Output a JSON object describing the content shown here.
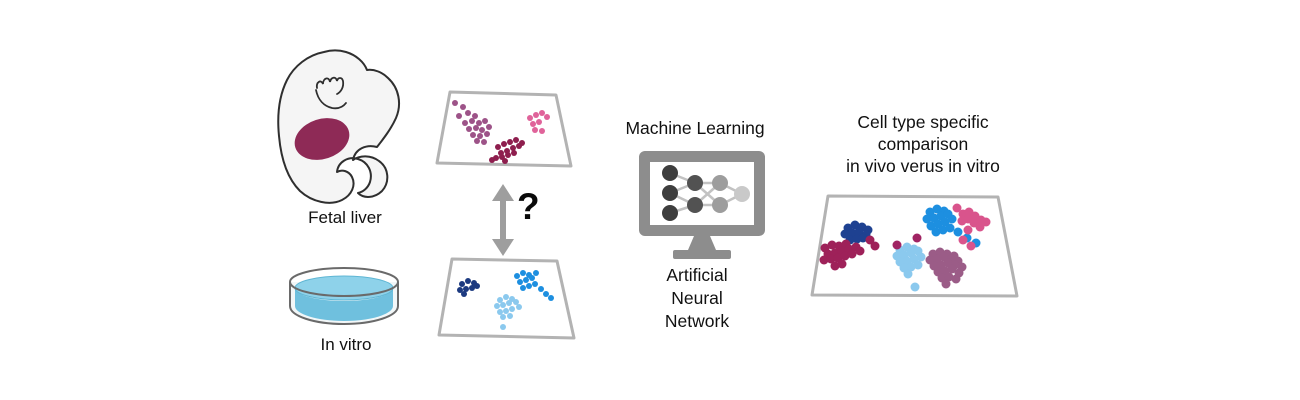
{
  "figure": {
    "labels": {
      "fetal_liver": "Fetal liver",
      "in_vitro": "In vitro",
      "machine_learning": "Machine Learning",
      "question_mark": "?",
      "ann_lines": [
        "Artificial",
        "Neural",
        "Network"
      ],
      "comparison_title_lines": [
        "Cell type specific",
        "comparison",
        "in vivo verus in vitro"
      ]
    },
    "icons": {
      "embryo": "fetal-embryo-illustration",
      "petri_dish": "petri-dish-icon",
      "double_arrow": "double-arrow-icon",
      "monitor": "monitor-neural-network-icon"
    },
    "colors": {
      "panel_border": "#b3b3b3",
      "panel_fill": "#ffffff",
      "outline": "#2f2f2f",
      "liver": "#8e2a56",
      "embryo_fill": "#f5f5f5",
      "water": "#6fc0de",
      "water_surface": "#8ed2ea",
      "monitor_gray": "#8d8d8d",
      "arrow_gray": "#9e9e9e",
      "text": "#111111"
    }
  },
  "panels": {
    "in_vivo": {
      "outline": [
        [
          18,
          6
        ],
        [
          124,
          9
        ],
        [
          139,
          80
        ],
        [
          5,
          77
        ]
      ],
      "clusters": [
        {
          "name": "mauve-cluster",
          "color": "#9d5388",
          "r": 3,
          "dots": [
            [
              23,
              17
            ],
            [
              31,
              21
            ],
            [
              27,
              30
            ],
            [
              36,
              27
            ],
            [
              43,
              30
            ],
            [
              33,
              37
            ],
            [
              40,
              35
            ],
            [
              47,
              37
            ],
            [
              53,
              35
            ],
            [
              37,
              43
            ],
            [
              44,
              42
            ],
            [
              50,
              44
            ],
            [
              57,
              41
            ],
            [
              41,
              49
            ],
            [
              48,
              50
            ],
            [
              55,
              48
            ],
            [
              45,
              55
            ],
            [
              52,
              56
            ]
          ]
        },
        {
          "name": "maroon-cluster",
          "color": "#8e1e4e",
          "r": 3,
          "dots": [
            [
              66,
              61
            ],
            [
              72,
              58
            ],
            [
              78,
              56
            ],
            [
              84,
              54
            ],
            [
              90,
              57
            ],
            [
              69,
              67
            ],
            [
              75,
              65
            ],
            [
              81,
              62
            ],
            [
              87,
              60
            ],
            [
              64,
              72
            ],
            [
              70,
              71
            ],
            [
              76,
              69
            ],
            [
              82,
              67
            ],
            [
              73,
              75
            ],
            [
              60,
              74
            ]
          ]
        },
        {
          "name": "pink-cluster",
          "color": "#e0639a",
          "r": 3,
          "dots": [
            [
              98,
              32
            ],
            [
              104,
              29
            ],
            [
              110,
              27
            ],
            [
              115,
              31
            ],
            [
              101,
              38
            ],
            [
              107,
              36
            ],
            [
              103,
              44
            ],
            [
              110,
              45
            ]
          ]
        }
      ]
    },
    "in_vitro": {
      "outline": [
        [
          20,
          9
        ],
        [
          125,
          11
        ],
        [
          142,
          88
        ],
        [
          7,
          85
        ]
      ],
      "clusters": [
        {
          "name": "navy-cluster",
          "color": "#1c3a80",
          "r": 3,
          "dots": [
            [
              30,
              34
            ],
            [
              36,
              31
            ],
            [
              42,
              33
            ],
            [
              28,
              40
            ],
            [
              34,
              39
            ],
            [
              40,
              38
            ],
            [
              45,
              36
            ],
            [
              32,
              44
            ]
          ]
        },
        {
          "name": "lightblue-cluster",
          "color": "#8bc9ee",
          "r": 3,
          "dots": [
            [
              68,
              50
            ],
            [
              74,
              47
            ],
            [
              80,
              49
            ],
            [
              65,
              56
            ],
            [
              71,
              55
            ],
            [
              77,
              53
            ],
            [
              84,
              52
            ],
            [
              68,
              62
            ],
            [
              74,
              61
            ],
            [
              80,
              59
            ],
            [
              87,
              57
            ],
            [
              71,
              67
            ],
            [
              78,
              66
            ],
            [
              71,
              77
            ]
          ]
        },
        {
          "name": "blue-cluster",
          "color": "#1d8fe0",
          "r": 3,
          "dots": [
            [
              85,
              26
            ],
            [
              91,
              23
            ],
            [
              97,
              25
            ],
            [
              88,
              32
            ],
            [
              94,
              30
            ],
            [
              100,
              28
            ],
            [
              104,
              23
            ],
            [
              91,
              38
            ],
            [
              97,
              36
            ],
            [
              103,
              34
            ],
            [
              109,
              39
            ],
            [
              114,
              44
            ],
            [
              119,
              48
            ]
          ]
        }
      ]
    },
    "comparison": {
      "outline": [
        [
          28,
          8
        ],
        [
          198,
          9
        ],
        [
          217,
          108
        ],
        [
          12,
          107
        ]
      ],
      "clusters": [
        {
          "name": "navy-cluster",
          "color": "#1e4191",
          "r": 4.5,
          "dots": [
            [
              48,
              40
            ],
            [
              55,
              37
            ],
            [
              62,
              39
            ],
            [
              68,
              42
            ],
            [
              45,
              46
            ],
            [
              52,
              45
            ],
            [
              59,
              44
            ],
            [
              66,
              47
            ],
            [
              50,
              52
            ],
            [
              57,
              51
            ],
            [
              63,
              50
            ]
          ]
        },
        {
          "name": "maroon-cluster",
          "color": "#9e2159",
          "r": 4.5,
          "dots": [
            [
              25,
              60
            ],
            [
              32,
              57
            ],
            [
              39,
              58
            ],
            [
              46,
              56
            ],
            [
              28,
              66
            ],
            [
              35,
              65
            ],
            [
              42,
              63
            ],
            [
              49,
              61
            ],
            [
              56,
              59
            ],
            [
              24,
              72
            ],
            [
              31,
              71
            ],
            [
              38,
              70
            ],
            [
              45,
              68
            ],
            [
              52,
              66
            ],
            [
              60,
              63
            ],
            [
              35,
              78
            ],
            [
              42,
              76
            ],
            [
              70,
              52
            ],
            [
              75,
              58
            ]
          ]
        },
        {
          "name": "blue-cluster",
          "color": "#1d8fe0",
          "r": 4.5,
          "dots": [
            [
              130,
              24
            ],
            [
              137,
              21
            ],
            [
              144,
              23
            ],
            [
              127,
              31
            ],
            [
              134,
              30
            ],
            [
              141,
              28
            ],
            [
              148,
              26
            ],
            [
              131,
              38
            ],
            [
              138,
              36
            ],
            [
              145,
              34
            ],
            [
              152,
              31
            ],
            [
              136,
              44
            ],
            [
              143,
              42
            ],
            [
              150,
              40
            ],
            [
              158,
              44
            ],
            [
              167,
              50
            ],
            [
              176,
              55
            ]
          ]
        },
        {
          "name": "pink-cluster",
          "color": "#d9548c",
          "r": 4.5,
          "dots": [
            [
              157,
              20
            ],
            [
              163,
              26
            ],
            [
              169,
              24
            ],
            [
              175,
              28
            ],
            [
              181,
              32
            ],
            [
              162,
              33
            ],
            [
              168,
              31
            ],
            [
              174,
              35
            ],
            [
              180,
              39
            ],
            [
              186,
              34
            ],
            [
              168,
              42
            ],
            [
              163,
              52
            ],
            [
              171,
              58
            ]
          ]
        },
        {
          "name": "lightblue-cluster",
          "color": "#8bc9ee",
          "r": 4.5,
          "dots": [
            [
              100,
              62
            ],
            [
              107,
              59
            ],
            [
              114,
              61
            ],
            [
              97,
              68
            ],
            [
              104,
              67
            ],
            [
              111,
              65
            ],
            [
              118,
              63
            ],
            [
              100,
              74
            ],
            [
              107,
              73
            ],
            [
              114,
              71
            ],
            [
              121,
              69
            ],
            [
              104,
              80
            ],
            [
              111,
              79
            ],
            [
              118,
              77
            ],
            [
              108,
              86
            ],
            [
              115,
              99
            ]
          ]
        },
        {
          "name": "mauve-cluster",
          "color": "#9b5c87",
          "r": 4.5,
          "dots": [
            [
              133,
              66
            ],
            [
              140,
              64
            ],
            [
              147,
              66
            ],
            [
              154,
              68
            ],
            [
              130,
              72
            ],
            [
              137,
              71
            ],
            [
              144,
              69
            ],
            [
              151,
              71
            ],
            [
              158,
              73
            ],
            [
              134,
              78
            ],
            [
              141,
              77
            ],
            [
              148,
              75
            ],
            [
              155,
              77
            ],
            [
              162,
              79
            ],
            [
              138,
              84
            ],
            [
              145,
              83
            ],
            [
              152,
              81
            ],
            [
              159,
              85
            ],
            [
              142,
              90
            ],
            [
              149,
              89
            ],
            [
              156,
              91
            ],
            [
              146,
              96
            ]
          ]
        },
        {
          "name": "maroon-stray",
          "color": "#a02463",
          "r": 4.5,
          "dots": [
            [
              117,
              50
            ],
            [
              97,
              57
            ]
          ]
        }
      ]
    }
  }
}
